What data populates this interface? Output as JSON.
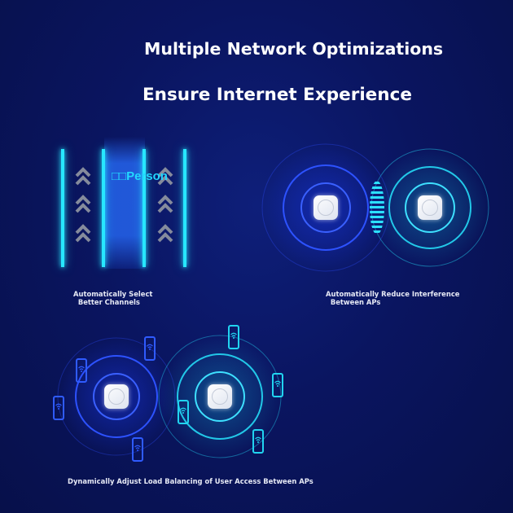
{
  "headline": {
    "line1": "Multiple Network Optimizations",
    "line2": "Ensure Internet Experience"
  },
  "features": [
    {
      "caption": "Automatically Select\n  Better Channels"
    },
    {
      "caption": "Automatically Reduce Interference\n  Between APs"
    },
    {
      "caption": "Dynamically Adjust Load Balancing of User Access Between APs"
    }
  ],
  "channel_panel": {
    "label": "□□Person"
  },
  "colors": {
    "background": "#0a1560",
    "accent_cyan": "#27e7ff",
    "ring_blue": "#2b4cff",
    "ring_cyan": "#22c8e8",
    "phone_blue": "#2f5bff",
    "phone_cyan": "#21d4f0",
    "chevron": "#7f8596"
  },
  "icons": {
    "access_point": "access-point-icon",
    "phone": "phone-wifi-icon",
    "chevron": "chevron-up-icon"
  }
}
